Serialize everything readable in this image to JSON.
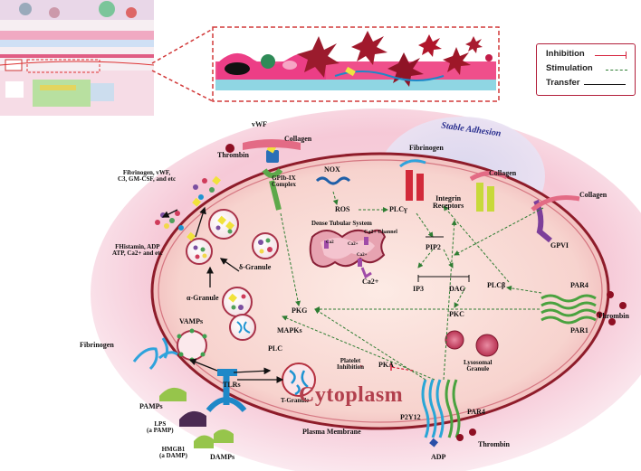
{
  "legend": {
    "inhibition": "Inhibition",
    "stimulation": "Stimulation",
    "transfer": "Transfer",
    "colors": {
      "inhibition": "#d6213c",
      "stimulation": "#2e7d32",
      "transfer": "#111111"
    }
  },
  "labels": {
    "vwf": "vWF",
    "collagen_top": "Collagen",
    "thrombin_top": "Thrombin",
    "gpib": "GPIb-IX\nComplex",
    "nox": "NOX",
    "ros": "ROS",
    "plcg": "PLCγ",
    "stable_adhesion": "Stable Adhesion",
    "fibrinogen_stable": "Fibrinogen",
    "collagen_stable": "Collagen",
    "integrin": "Integrin\nReceptors",
    "collagen_right": "Collagen",
    "gpvi": "GPVI",
    "fib_etc": "Fibrinogen, vWF,\nC3, GM-CSF, and etc",
    "dts": "Dense Tubular System",
    "ca2_channel": "Ca2+ Channel",
    "ca2_a": "Ca2",
    "ca2_b": "Ca2+",
    "ca2_c": "Ca2+",
    "ca2_d": "Ca2+",
    "pip2": "PIP2",
    "ip3": "IP3",
    "dag": "DAG",
    "plcb": "PLCβ",
    "par4_right": "PAR4",
    "thrombin_right": "Thrombin",
    "par1": "PAR1",
    "fhistamin": "FHistamin, ADP\nATP, Ca2+ and etc",
    "delta_granule": "δ-Granule",
    "alpha_granule": "α-Granule",
    "vamps": "VAMPs",
    "pkg": "PKG",
    "mapks": "MAPKs",
    "pkc": "PKC",
    "fibrinogen_left": "Fibrinogen",
    "plc": "PLC",
    "platelet_inhibition": "Platelet\nInhibition",
    "pka": "PKA",
    "lysosomal": "Lysosomal\nGranule",
    "tlrs": "TLRs",
    "t_granule": "T-Granule",
    "cytoplasm": "Cytoplasm",
    "pamps": "PAMPs",
    "lps": "LPS\n(a PAMP)",
    "hmgb1": "HMGB1\n(a DAMP)",
    "damps": "DAMPs",
    "plasma_membrane": "Plasma Membrane",
    "p2y12": "P2Y12",
    "par4_bottom": "PAR4",
    "adp": "ADP",
    "thrombin_bottom": "Thrombin"
  }
}
